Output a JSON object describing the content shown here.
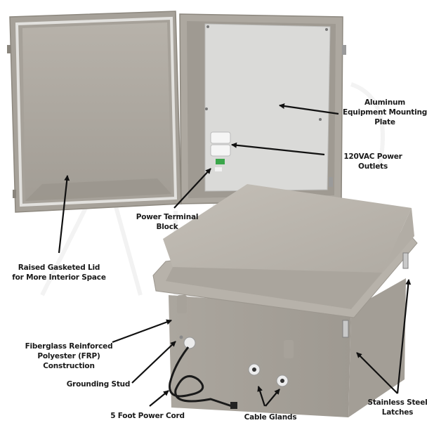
{
  "image": {
    "subject": "Fiberglass NEMA enclosure with open door view and closed view",
    "watermark": "Altelix",
    "colors": {
      "background": "#ffffff",
      "enclosure_body": "#a9a49c",
      "enclosure_light": "#bdb8b0",
      "enclosure_dark": "#8f8a82",
      "mounting_plate": "#d8d8d6",
      "gasket": "#e4e4e2",
      "outlet": "#f4f4f4",
      "terminal_block": "#3aa64a",
      "cord": "#1a1a1a",
      "label_text": "#1a1a1a"
    }
  },
  "callouts": {
    "mounting_plate": {
      "lines": [
        "Aluminum",
        "Equipment Mounting",
        "Plate"
      ]
    },
    "outlets": {
      "lines": [
        "120VAC Power",
        "Outlets"
      ]
    },
    "terminal_block": {
      "lines": [
        "Power Terminal",
        "Block"
      ]
    },
    "lid": {
      "lines": [
        "Raised Gasketed Lid",
        "for More Interior Space"
      ]
    },
    "frp": {
      "lines": [
        "Fiberglass Reinforced",
        "Polyester (FRP)",
        "Construction"
      ]
    },
    "grounding": {
      "lines": [
        "Grounding Stud"
      ]
    },
    "cord": {
      "lines": [
        "5 Foot Power Cord"
      ]
    },
    "glands": {
      "lines": [
        "Cable Glands"
      ]
    },
    "latches": {
      "lines": [
        "Stainless Steel",
        "Latches"
      ]
    }
  }
}
